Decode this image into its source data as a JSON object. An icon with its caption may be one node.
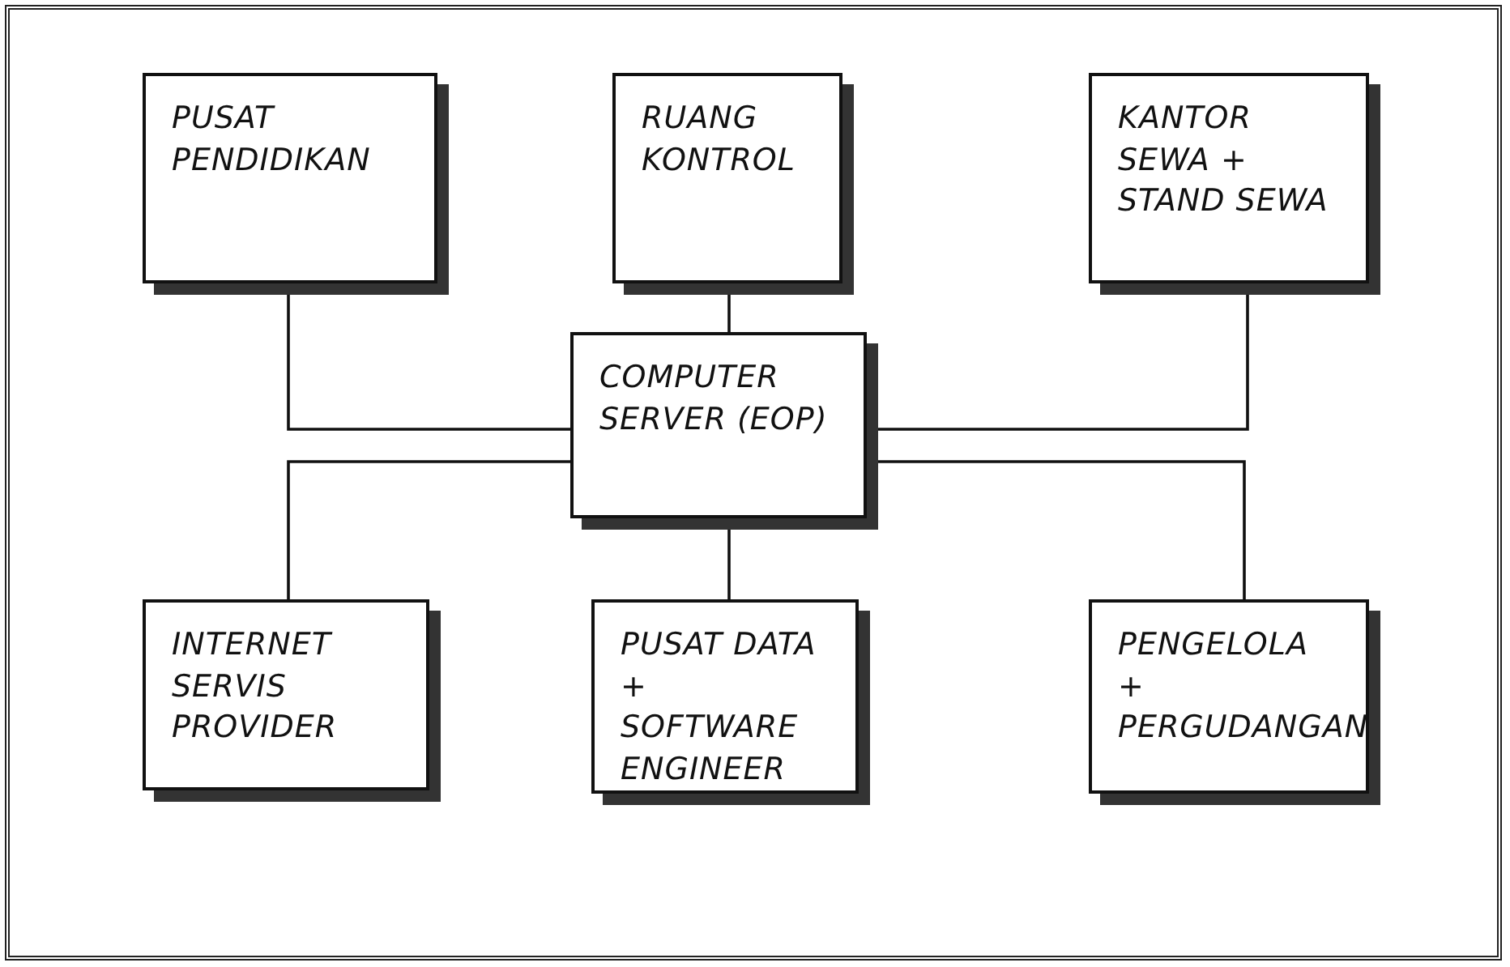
{
  "diagram": {
    "nodes": [
      {
        "text": [
          "PUSAT PENDIDIKAN"
        ]
      },
      {
        "text": [
          "RUANG KONTROL"
        ]
      },
      {
        "text": [
          "KANTOR SEWA + STAND SEWA"
        ]
      },
      {
        "text": [
          "COMPUTER SERVER (EOP)"
        ]
      },
      {
        "text": [
          "INTERNET SERVIS PROVIDER"
        ]
      },
      {
        "text": [
          "PUSAT DATA + SOFTWARE ENGINEER"
        ]
      },
      {
        "text": [
          "PENGELOLA + PERGUDANGAN"
        ]
      }
    ],
    "edges": [
      {
        "from": 0,
        "to": 3,
        "arrow": "none"
      },
      {
        "from": 1,
        "to": 3,
        "arrow": "none"
      },
      {
        "from": 2,
        "to": 3,
        "arrow": "none"
      },
      {
        "from": 4,
        "to": 3,
        "arrow": "none"
      },
      {
        "from": 5,
        "to": 3,
        "arrow": "none"
      },
      {
        "from": 6,
        "to": 3,
        "arrow": "none"
      }
    ]
  }
}
